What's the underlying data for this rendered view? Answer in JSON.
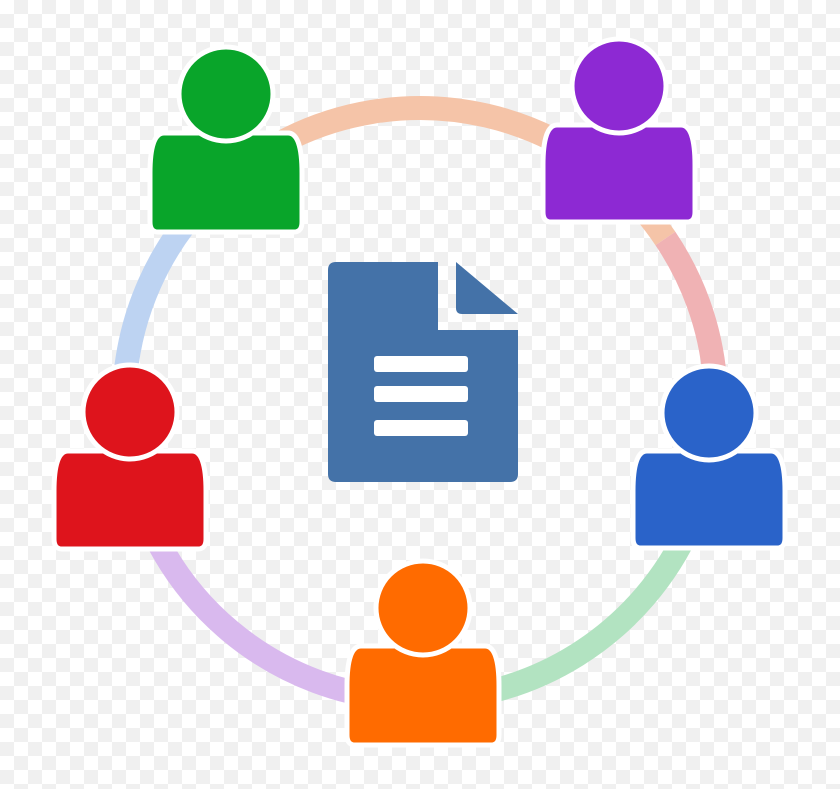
{
  "figure": {
    "icon_names": [
      "document-icon",
      "person-icon"
    ],
    "center": {
      "icon": "document-icon",
      "color": "#4472a8"
    },
    "people": [
      {
        "id": "green",
        "icon": "person-icon",
        "color": "#09a52a"
      },
      {
        "id": "purple",
        "icon": "person-icon",
        "color": "#8d29d3"
      },
      {
        "id": "blue",
        "icon": "person-icon",
        "color": "#2a63c9"
      },
      {
        "id": "orange",
        "icon": "person-icon",
        "color": "#ff6b00"
      },
      {
        "id": "red",
        "icon": "person-icon",
        "color": "#de141c"
      }
    ],
    "ring_arc_colors": [
      "#f5c4a8",
      "#f0b2b4",
      "#b2e3c1",
      "#d9b9ee",
      "#bdd3f2"
    ]
  }
}
